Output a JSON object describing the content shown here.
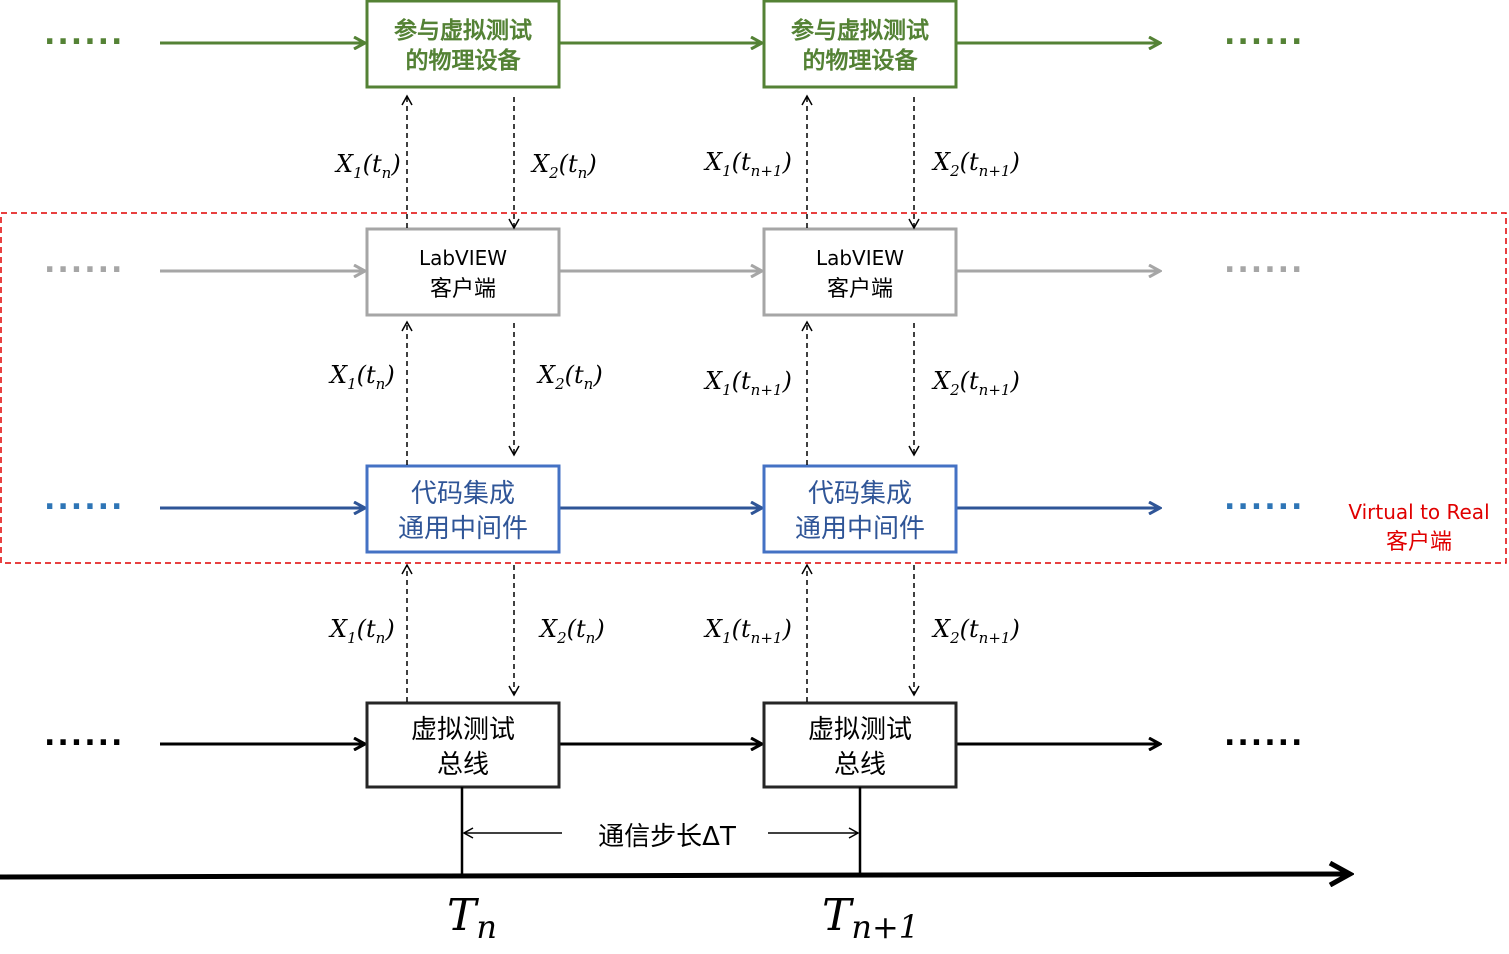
{
  "colors": {
    "green": "#548235",
    "gray": "#A6A6A6",
    "blue": "#2F5597",
    "dots_blue": "#2E75B6",
    "black": "#000000",
    "red": "#E00000"
  },
  "ellipsis": "......",
  "rows": {
    "device": {
      "line1": "参与虚拟测试",
      "line2": "的物理设备"
    },
    "labview": {
      "line1": "LabVIEW",
      "line2": "客户端"
    },
    "middleware": {
      "line1": "代码集成",
      "line2": "通用中间件"
    },
    "bus": {
      "line1": "虚拟测试",
      "line2": "总线"
    }
  },
  "signals": {
    "x1": {
      "var": "X",
      "sub": "1"
    },
    "x2": {
      "var": "X",
      "sub": "2"
    },
    "tn": {
      "var": "t",
      "sub": "n"
    },
    "tn1": {
      "var": "t",
      "sub": "n+1"
    }
  },
  "region_label": {
    "line1": "Virtual to Real",
    "line2": "客户端"
  },
  "step_label": "通信步长ΔT",
  "time_labels": {
    "tn": {
      "main": "T",
      "sub": "n"
    },
    "tn1": {
      "main": "T",
      "sub": "n+1"
    }
  }
}
